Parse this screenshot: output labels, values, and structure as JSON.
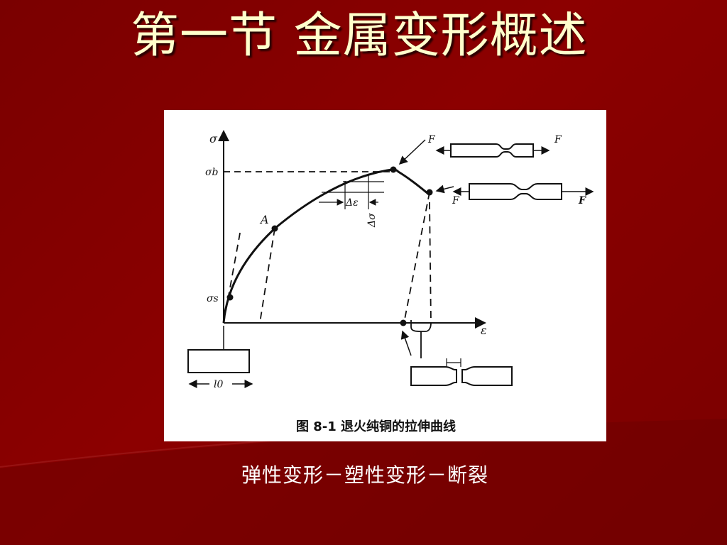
{
  "slide": {
    "title": "第一节  金属变形概述",
    "subtitle": "弹性变形－塑性变形－断裂"
  },
  "figure": {
    "caption": "图 8-1   退火纯铜的拉伸曲线",
    "labels": {
      "y_axis": "σ",
      "x_axis": "ε",
      "sigma_b": "σb",
      "sigma_s": "σs",
      "point_a": "A",
      "delta_epsilon": "Δε",
      "delta_sigma": "Δσ",
      "length": "l0",
      "force_top_left": "F",
      "force_top_right": "F",
      "force_mid_left": "F",
      "force_mid_right": "F"
    }
  },
  "colors": {
    "background": "#8c0000",
    "title": "#ffffcc",
    "subtitle": "#ffffff"
  }
}
